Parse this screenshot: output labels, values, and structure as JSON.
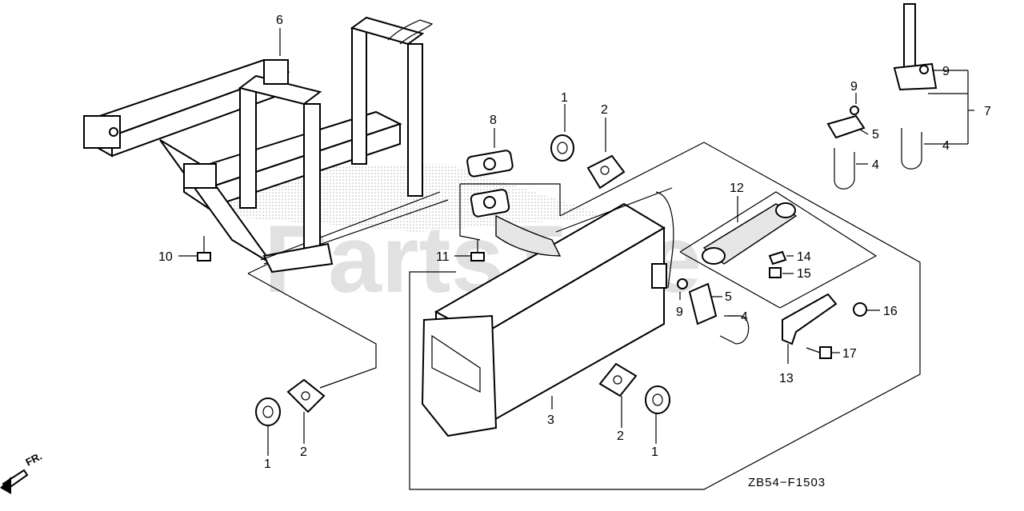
{
  "watermark": "PartsTree",
  "diagram_code": "ZB54−F1503",
  "direction_label": "FR.",
  "callouts": {
    "c1_top": "1",
    "c2_top": "2",
    "c6": "6",
    "c8": "8",
    "c9_a": "9",
    "c9_b": "9",
    "c9_c": "9",
    "c7": "7",
    "c5_a": "5",
    "c5_b": "5",
    "c4_a": "4",
    "c4_b": "4",
    "c4_c": "4",
    "c12": "12",
    "c14": "14",
    "c15": "15",
    "c10": "10",
    "c11": "11",
    "c16": "16",
    "c17": "17",
    "c13": "13",
    "c3": "3",
    "c1_left": "1",
    "c2_left": "2",
    "c2_bottom": "2",
    "c1_bottom": "1"
  },
  "colors": {
    "line": "#000000",
    "watermark": "#c9c9c9",
    "stipple": "#bdbdbd"
  }
}
